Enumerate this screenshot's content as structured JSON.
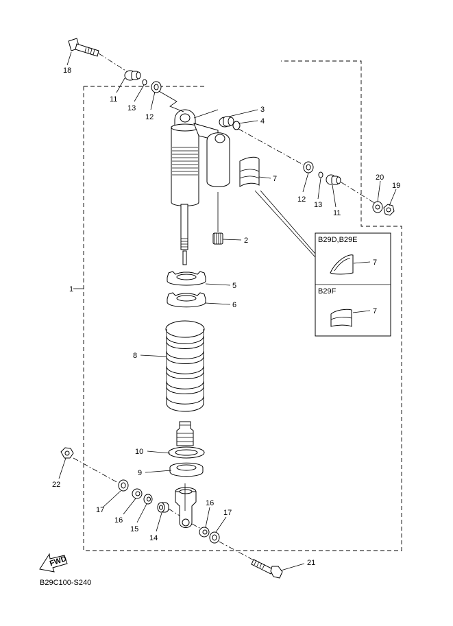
{
  "diagram": {
    "diagram_code": "B29C100-S240",
    "fwd_label": "FWD",
    "variants": [
      {
        "name": "B29D,B29E",
        "part": "7"
      },
      {
        "name": "B29F",
        "part": "7"
      }
    ],
    "callouts": [
      "1",
      "2",
      "3",
      "4",
      "5",
      "6",
      "7",
      "8",
      "9",
      "10",
      "11",
      "11",
      "12",
      "12",
      "13",
      "13",
      "14",
      "15",
      "16",
      "16",
      "17",
      "17",
      "18",
      "19",
      "20",
      "21",
      "22"
    ]
  }
}
